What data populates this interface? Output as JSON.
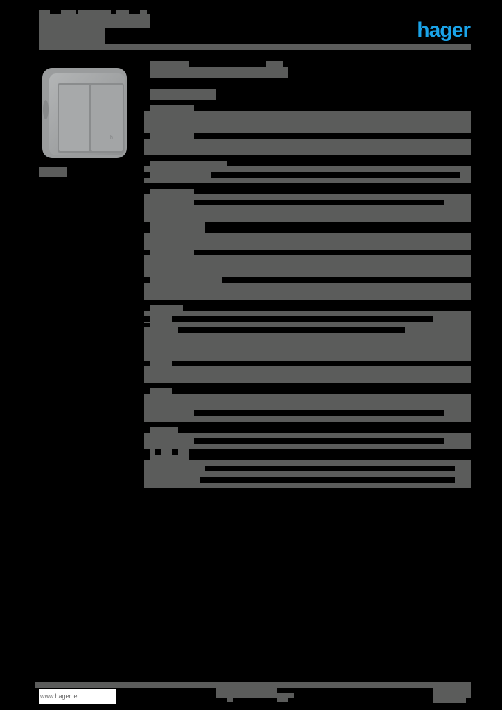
{
  "document": {
    "type": "product-datasheet",
    "brand": {
      "logo_text": "hager",
      "logo_color": "#1aa3e8"
    },
    "header": {
      "title_line_1": "[redacted]",
      "title_line_2": "[redacted]",
      "title_line_3": "[redacted]"
    },
    "product": {
      "image_alt": "grey surface-mounted weatherproof double switch",
      "image_caption": "[redacted]",
      "name": "[redacted]",
      "subtitle": "[redacted]"
    },
    "sections": [
      {
        "heading": "[redacted]",
        "rows": 2
      },
      {
        "heading": "[redacted]",
        "rows": 1
      },
      {
        "heading": "[redacted]",
        "rows": 4
      },
      {
        "heading": "[redacted]",
        "rows": 3
      },
      {
        "heading": "[redacted]",
        "rows": 1
      },
      {
        "heading": "[redacted]",
        "rows": 2
      },
      {
        "heading": "[redacted]",
        "rows": 3
      }
    ],
    "footer": {
      "website": "www.hager.ie",
      "center_text": "[redacted]",
      "page_info": "[redacted]"
    },
    "colors": {
      "background": "#000000",
      "redaction": "#5b5c5b",
      "accent": "#1aa3e8"
    }
  }
}
